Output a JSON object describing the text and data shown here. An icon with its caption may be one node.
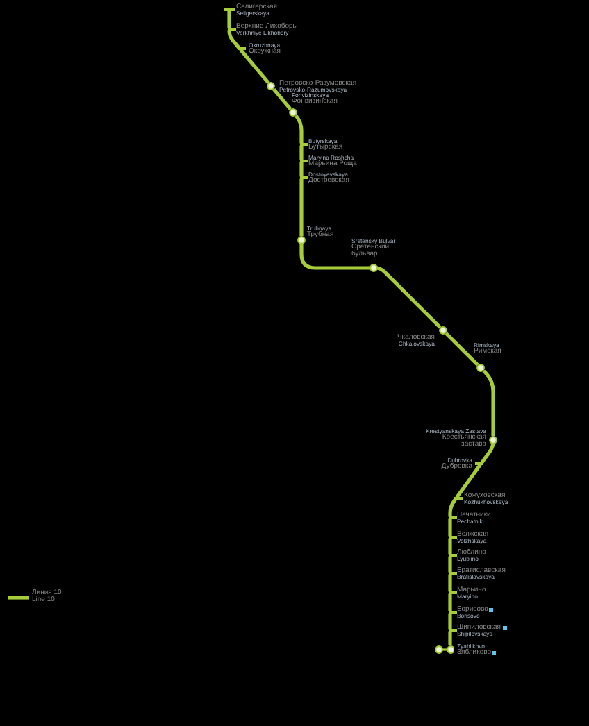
{
  "diagram": {
    "nodes": [
      {
        "text": [],
        "shape": "bar",
        "beside": [
          "Селигерская",
          "Seligerskaya"
        ]
      },
      {
        "text": [],
        "shape": "bar",
        "beside": [
          "Верхние Лихоборы",
          "Verkhniye Likhobory"
        ]
      },
      {
        "text": [],
        "shape": "bar",
        "beside": [
          "Окружная",
          "Okruzhnaya"
        ]
      },
      {
        "text": [],
        "shape": "circle",
        "beside": [
          "Петровско-Разумовская",
          "Petrovsko-Razumovskaya"
        ]
      },
      {
        "text": [],
        "shape": "circle",
        "beside": [
          "Фонвизинская",
          "Fonvizinskaya"
        ]
      },
      {
        "text": [],
        "shape": "bar",
        "beside": [
          "Бутырская",
          "Butyrskaya"
        ]
      },
      {
        "text": [],
        "shape": "bar",
        "beside": [
          "Марьина Роща",
          "Maryina Roshcha"
        ]
      },
      {
        "text": [],
        "shape": "bar",
        "beside": [
          "Достоевская",
          "Dostoyevskaya"
        ]
      },
      {
        "text": [],
        "shape": "circle",
        "beside": [
          "Трубная",
          "Trubnaya"
        ]
      },
      {
        "text": [],
        "shape": "circle",
        "beside": [
          "Сретенский бульвар",
          "Sretensky Bulvar"
        ]
      },
      {
        "text": [],
        "shape": "circle",
        "beside": [
          "Чкаловская",
          "Chkalovskaya"
        ]
      },
      {
        "text": [],
        "shape": "circle",
        "beside": [
          "Римская",
          "Rimskaya"
        ]
      },
      {
        "text": [],
        "shape": "circle",
        "beside": [
          "Крестьянская застава",
          "Krestyanskaya Zastava"
        ]
      },
      {
        "text": [],
        "shape": "bar",
        "beside": [
          "Дубровка",
          "Dubrovka"
        ]
      },
      {
        "text": [],
        "shape": "bar",
        "beside": [
          "Кожуховская",
          "Kozhukhovskaya"
        ]
      },
      {
        "text": [],
        "shape": "bar",
        "beside": [
          "Печатники",
          "Pechatniki"
        ]
      },
      {
        "text": [],
        "shape": "bar",
        "beside": [
          "Волжская",
          "Volzhskaya"
        ]
      },
      {
        "text": [],
        "shape": "bar",
        "beside": [
          "Люблино",
          "Lyublino"
        ]
      },
      {
        "text": [],
        "shape": "bar",
        "beside": [
          "Братиславская",
          "Bratislavskaya"
        ]
      },
      {
        "text": [],
        "shape": "bar",
        "beside": [
          "Марьино",
          "Maryino"
        ]
      },
      {
        "text": [],
        "shape": "bar",
        "beside": [
          "Борисово",
          "Borisovo"
        ]
      },
      {
        "text": [],
        "shape": "bar",
        "beside": [
          "Шипиловская",
          "Shipilovskaya"
        ]
      },
      {
        "text": [],
        "shape": "circle",
        "beside": [
          "Зябликово",
          "Zyablikovo"
        ]
      }
    ],
    "edges": [
      {
        "from": 0,
        "to": 1,
        "arrow": "none"
      },
      {
        "from": 1,
        "to": 2,
        "arrow": "none"
      },
      {
        "from": 2,
        "to": 3,
        "arrow": "none"
      },
      {
        "from": 3,
        "to": 4,
        "arrow": "none"
      },
      {
        "from": 4,
        "to": 5,
        "arrow": "none"
      },
      {
        "from": 5,
        "to": 6,
        "arrow": "none"
      },
      {
        "from": 6,
        "to": 7,
        "arrow": "none"
      },
      {
        "from": 7,
        "to": 8,
        "arrow": "none"
      },
      {
        "from": 8,
        "to": 9,
        "arrow": "none"
      },
      {
        "from": 9,
        "to": 10,
        "arrow": "none"
      },
      {
        "from": 10,
        "to": 11,
        "arrow": "none"
      },
      {
        "from": 11,
        "to": 12,
        "arrow": "none"
      },
      {
        "from": 12,
        "to": 13,
        "arrow": "none"
      },
      {
        "from": 13,
        "to": 14,
        "arrow": "none"
      },
      {
        "from": 14,
        "to": 15,
        "arrow": "none"
      },
      {
        "from": 15,
        "to": 16,
        "arrow": "none"
      },
      {
        "from": 16,
        "to": 17,
        "arrow": "none"
      },
      {
        "from": 17,
        "to": 18,
        "arrow": "none"
      },
      {
        "from": 18,
        "to": 19,
        "arrow": "none"
      },
      {
        "from": 19,
        "to": 20,
        "arrow": "none"
      },
      {
        "from": 20,
        "to": 21,
        "arrow": "none"
      },
      {
        "from": 21,
        "to": 22,
        "arrow": "none"
      }
    ],
    "legend": [
      {
        "text": "Линия 10 Line 10",
        "color": "#a6cc3a"
      }
    ]
  }
}
